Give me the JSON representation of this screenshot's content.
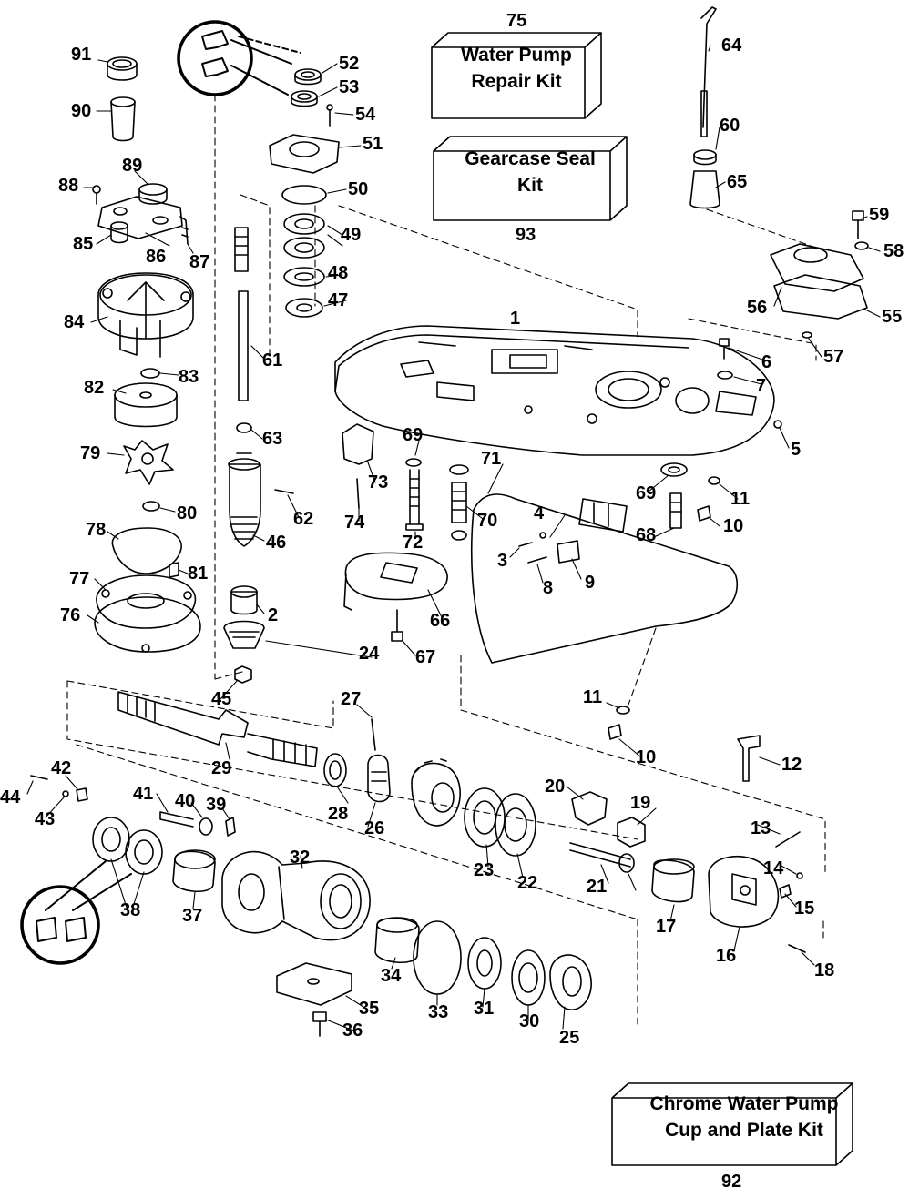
{
  "kits": [
    {
      "number": "75",
      "title": "Water Pump\nRepair Kit"
    },
    {
      "number": "93",
      "title": "Gearcase Seal\nKit"
    },
    {
      "number": "92",
      "title": "Chrome Water Pump\nCup and Plate Kit"
    }
  ],
  "part_numbers": [
    "1",
    "2",
    "3",
    "4",
    "5",
    "6",
    "7",
    "8",
    "9",
    "10",
    "10",
    "11",
    "11",
    "12",
    "13",
    "14",
    "15",
    "16",
    "17",
    "18",
    "19",
    "20",
    "21",
    "22",
    "23",
    "24",
    "25",
    "26",
    "27",
    "28",
    "29",
    "30",
    "31",
    "32",
    "33",
    "34",
    "35",
    "36",
    "37",
    "38",
    "39",
    "40",
    "41",
    "42",
    "43",
    "44",
    "45",
    "46",
    "47",
    "48",
    "49",
    "50",
    "51",
    "52",
    "53",
    "54",
    "55",
    "56",
    "57",
    "58",
    "59",
    "60",
    "61",
    "62",
    "63",
    "64",
    "65",
    "66",
    "67",
    "68",
    "69",
    "69",
    "70",
    "71",
    "72",
    "73",
    "74",
    "76",
    "77",
    "78",
    "79",
    "80",
    "81",
    "82",
    "83",
    "84",
    "85",
    "86",
    "87",
    "88",
    "89",
    "90",
    "91"
  ],
  "colors": {
    "ink": "#000000",
    "paper": "#ffffff"
  }
}
